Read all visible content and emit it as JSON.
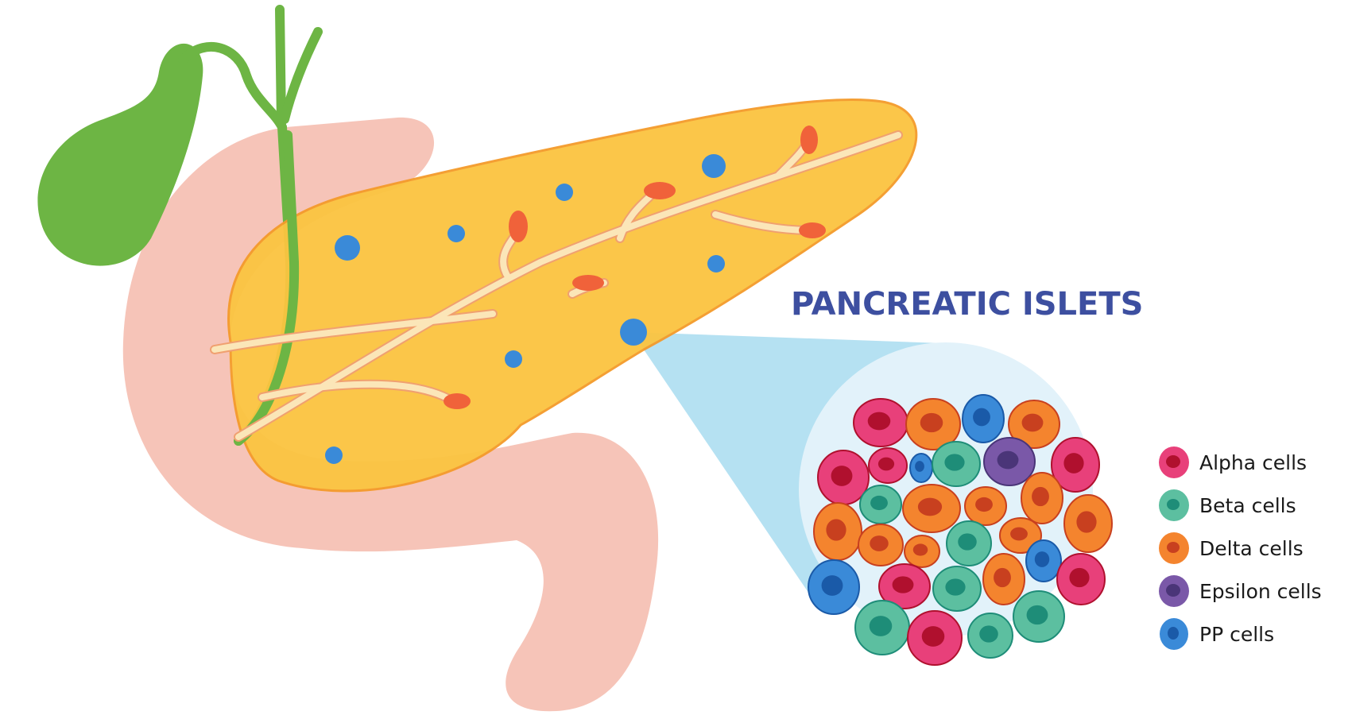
{
  "title": "PANCREATIC ISLETS",
  "legend": [
    {
      "label": "Alpha cells",
      "fill": "#e8407a",
      "nucleus": "#b0102e"
    },
    {
      "label": "Beta cells",
      "fill": "#5cbfa0",
      "nucleus": "#1e8d78"
    },
    {
      "label": "Delta cells",
      "fill": "#f4842e",
      "nucleus": "#c8401f"
    },
    {
      "label": "Epsilon cells",
      "fill": "#7a58a8",
      "nucleus": "#4a3578"
    },
    {
      "label": "PP cells",
      "fill": "#3a8ad8",
      "nucleus": "#1a5aa8"
    }
  ],
  "colors": {
    "pancreas": "#fbc440",
    "duodenum": "#f6c4b8",
    "gallbladder": "#6db544",
    "ducts": "#fbe6b8",
    "islet_spots": "#3a8ad8",
    "zoom_beam": "#a8dcf0",
    "magnifier": "#e2f2fa",
    "title": "#3d4fa0"
  }
}
